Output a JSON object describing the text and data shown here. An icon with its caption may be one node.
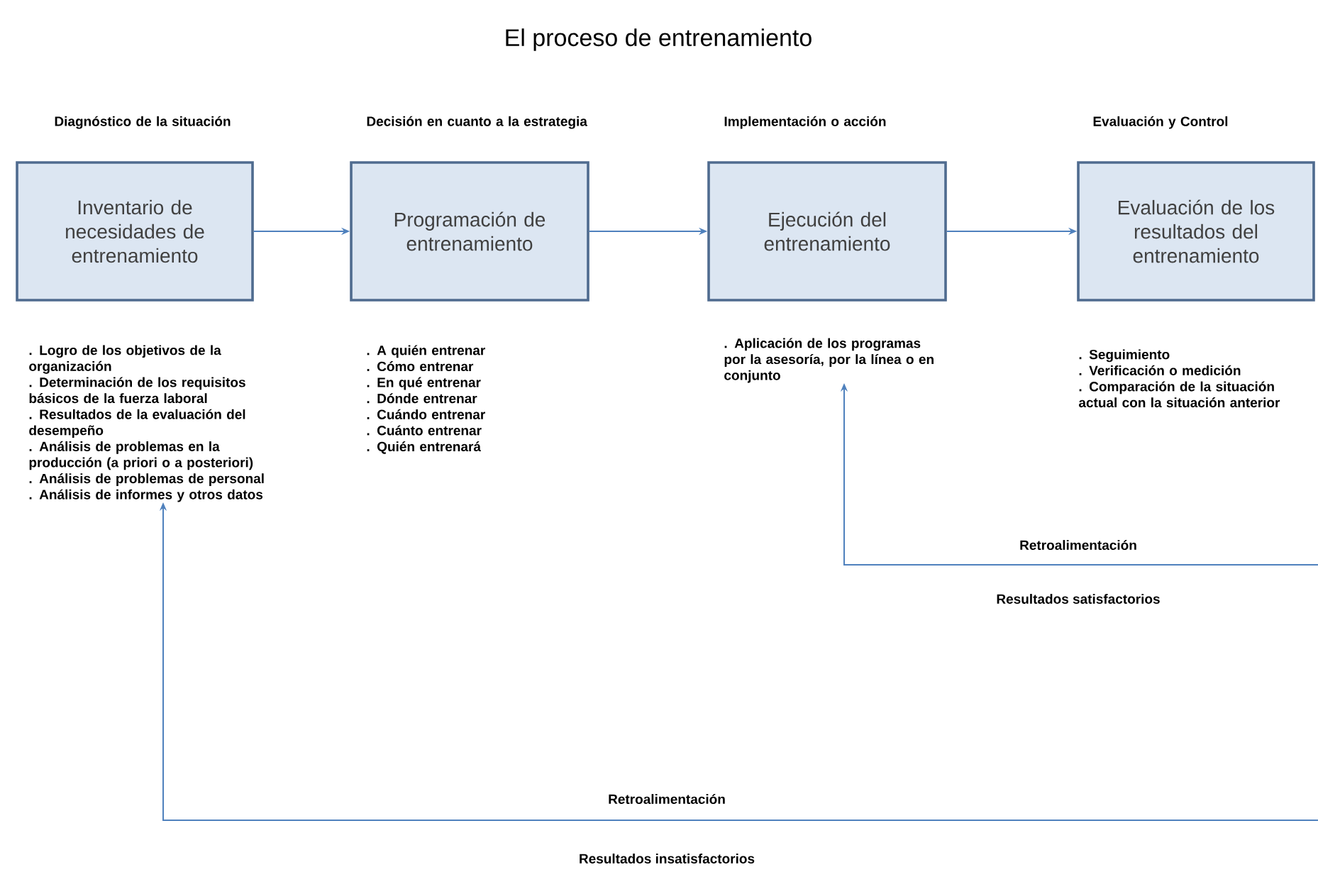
{
  "diagram": {
    "title": "El proceso de entrenamiento",
    "nodes": [
      {
        "text": [
          "Diagnóstico de la situación",
          "Inventario de necesidades de entrenamiento"
        ]
      },
      {
        "text": [
          "Decisión en cuanto a la estrategia",
          "Programación de entrenamiento"
        ]
      },
      {
        "text": [
          "Implementación o acción",
          "Ejecución del entrenamiento"
        ]
      },
      {
        "text": [
          "Evaluación y Control",
          "Evaluación de los resultados del entrenamiento"
        ]
      },
      {
        "text": [
          ". Logro de los objetivos de la organización",
          ". Determinación de los requisitos básicos de la fuerza laboral",
          ". Resultados de la evaluación del desempeño",
          ". Análisis de problemas en la producción (a priori o a posteriori)",
          ". Análisis de problemas de personal",
          ". Análisis de informes y otros datos"
        ]
      },
      {
        "text": [
          ". A quién entrenar",
          ". Cómo entrenar",
          ". En qué entrenar",
          ". Dónde entrenar",
          ". Cuándo entrenar",
          ". Cuánto entrenar",
          ". Quién entrenará"
        ]
      },
      {
        "text": [
          ". Aplicación de los programas por la asesoría, por la línea o en conjunto"
        ]
      },
      {
        "text": [
          ". Seguimiento",
          ". Verificación o medición",
          ". Comparación de la situación actual con la situación anterior"
        ]
      }
    ],
    "edges": [
      {
        "from": 0,
        "to": 1,
        "arrow": "to"
      },
      {
        "from": 1,
        "to": 2,
        "arrow": "to"
      },
      {
        "from": 2,
        "to": 3,
        "arrow": "to"
      },
      {
        "from": null,
        "to": 6,
        "arrow": "to",
        "label": "Retroalimentación"
      },
      {
        "from": null,
        "to": 4,
        "arrow": "to",
        "label": "Retroalimentación"
      }
    ],
    "labels": [
      "Resultados satisfactorios",
      "Resultados insatisfactorios"
    ]
  }
}
